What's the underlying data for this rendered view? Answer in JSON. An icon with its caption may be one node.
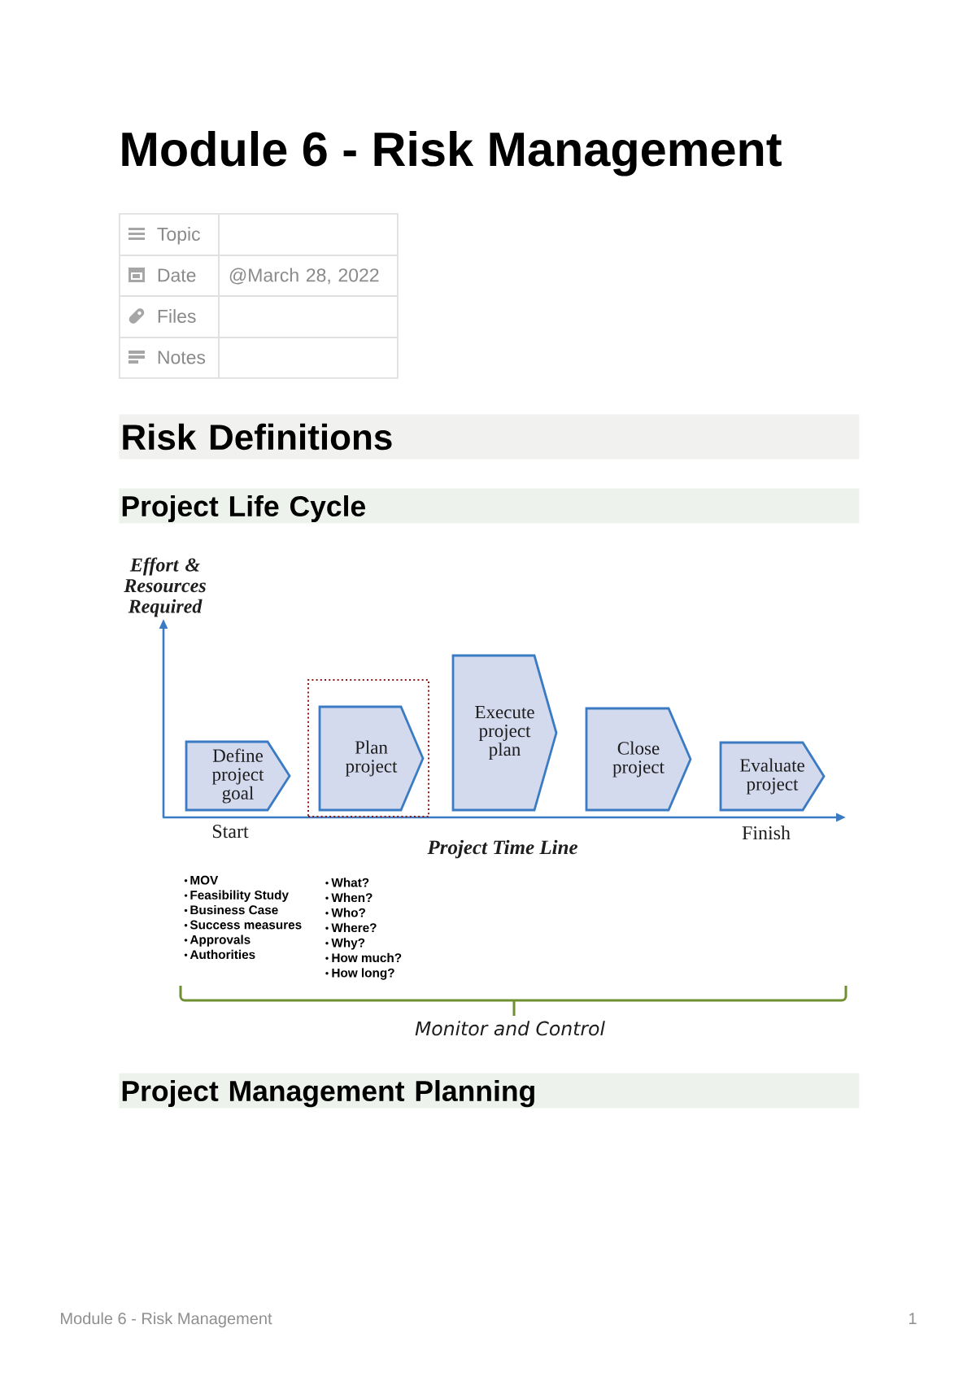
{
  "diagram": {
    "title": "Module 6 - Risk Management",
    "nodes": [
      {
        "text": [
          "Risk Definitions"
        ]
      },
      {
        "text": [
          "Project Life Cycle"
        ]
      },
      {
        "text": [
          "Define project goal"
        ]
      },
      {
        "text": [],
        "shape": "box"
      },
      {
        "text": [
          "Plan project"
        ],
        "in": 3
      },
      {
        "text": [
          "Execute project plan"
        ]
      },
      {
        "text": [
          "Close project"
        ]
      },
      {
        "text": [
          "Evaluate project"
        ]
      },
      {
        "text": [
          "Project Management Planning"
        ]
      }
    ],
    "labels": [
      "Topic",
      "Date",
      "@March 28, 2022",
      "Files",
      "Notes",
      "Effort & Resources Required",
      "Start",
      "Finish",
      "Project Time Line",
      "MOV",
      "Feasibility Study",
      "Business Case",
      "Success measures",
      "Approvals",
      "Authorities",
      "What?",
      "When?",
      "Who?",
      "Where?",
      "Why?",
      "How much?",
      "How long?",
      "Monitor and Control",
      "Module 6 - Risk Management",
      "1"
    ]
  }
}
